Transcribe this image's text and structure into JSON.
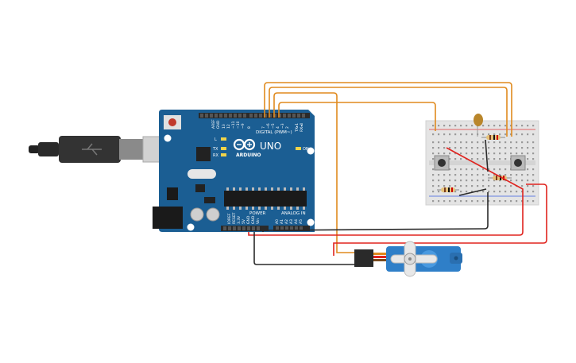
{
  "board": {
    "brand": "ARDUINO",
    "model": "UNO",
    "digital_label": "DIGITAL (PWM~)",
    "power_label": "POWER",
    "analog_label": "ANALOG IN",
    "on_label": "ON",
    "led_l": "L",
    "led_tx": "TX",
    "led_rx": "RX",
    "aref": "AREF",
    "gnd": "GND",
    "tx_pin": "TX▸1",
    "rx_pin": "RX◂0",
    "digital_pins": [
      "13",
      "12",
      "~11",
      "~10",
      "~9",
      "8",
      "7",
      "~6",
      "~5",
      "4",
      "~3",
      "2"
    ],
    "power_pins": [
      "IOREF",
      "RESET",
      "3.3V",
      "5V",
      "GND",
      "GND",
      "Vin"
    ],
    "analog_pins": [
      "A0",
      "A1",
      "A2",
      "A3",
      "A4",
      "A5"
    ]
  },
  "colors": {
    "board": "#1b5e93",
    "wire_orange": "#e08a1e",
    "wire_red": "#e0231e",
    "wire_black": "#2a2a2a",
    "breadboard": "#e4e4e4",
    "servo": "#2f7fc8"
  }
}
